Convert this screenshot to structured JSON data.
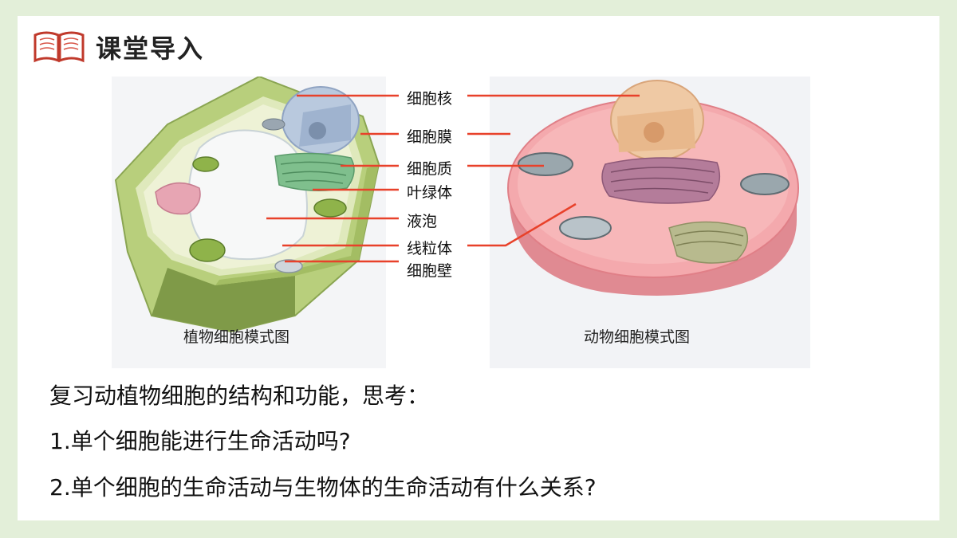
{
  "header": {
    "title": "课堂导入"
  },
  "diagram": {
    "labels": [
      "细胞核",
      "细胞膜",
      "细胞质",
      "叶绿体",
      "液泡",
      "线粒体",
      "细胞壁"
    ],
    "plant_caption": "植物细胞模式图",
    "animal_caption": "动物细胞模式图",
    "colors": {
      "pointer_line": "#e8412a",
      "plant_wall": "#a9c36a",
      "animal_cell": "#ef9aa0"
    }
  },
  "questions": {
    "intro": "复习动植物细胞的结构和功能，思考：",
    "q1": "1.单个细胞能进行生命活动吗?",
    "q2": "2.单个细胞的生命活动与生物体的生命活动有什么关系?"
  }
}
